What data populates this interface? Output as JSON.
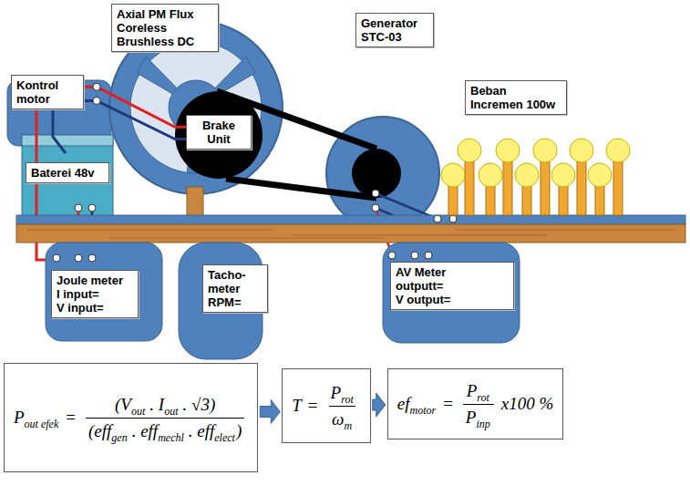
{
  "diagram": {
    "nodes": [
      {
        "text": [
          "Axial PM Flux Coreless Brushless DC"
        ]
      },
      {
        "text": [
          "Generator STC-03"
        ]
      },
      {
        "text": [
          "Kontrol motor"
        ]
      },
      {
        "text": [
          "Beban",
          "Incremen 100w"
        ]
      },
      {
        "text": [
          "Brake Unit"
        ]
      },
      {
        "text": [
          "Baterei 48v"
        ]
      },
      {
        "text": [
          "Joule meter",
          "I input=",
          "V input="
        ]
      },
      {
        "text": [
          "Tacho-meter",
          "RPM="
        ]
      },
      {
        "text": [
          "AV Meter",
          "outputt=",
          "V output="
        ]
      },
      {
        "text": [
          "P",
          "out efek",
          "=",
          "(V",
          "out",
          ". I",
          "out",
          ". √3)",
          "(eff",
          "gen",
          ". eff",
          "mechl",
          ". eff",
          "elect",
          ")"
        ]
      },
      {
        "text": [
          "T",
          "=",
          "P",
          "rot",
          "ω",
          "m"
        ]
      },
      {
        "text": [
          "ef",
          "motor",
          "=",
          "P",
          "rot",
          "P",
          "inp",
          "x100 %"
        ]
      }
    ],
    "edges": [
      {
        "from": 2,
        "to": 4,
        "arrow": "none"
      },
      {
        "from": 2,
        "to": 4,
        "arrow": "none"
      },
      {
        "from": 9,
        "to": 10,
        "arrow": "to"
      },
      {
        "from": 10,
        "to": 11,
        "arrow": "to"
      }
    ]
  }
}
